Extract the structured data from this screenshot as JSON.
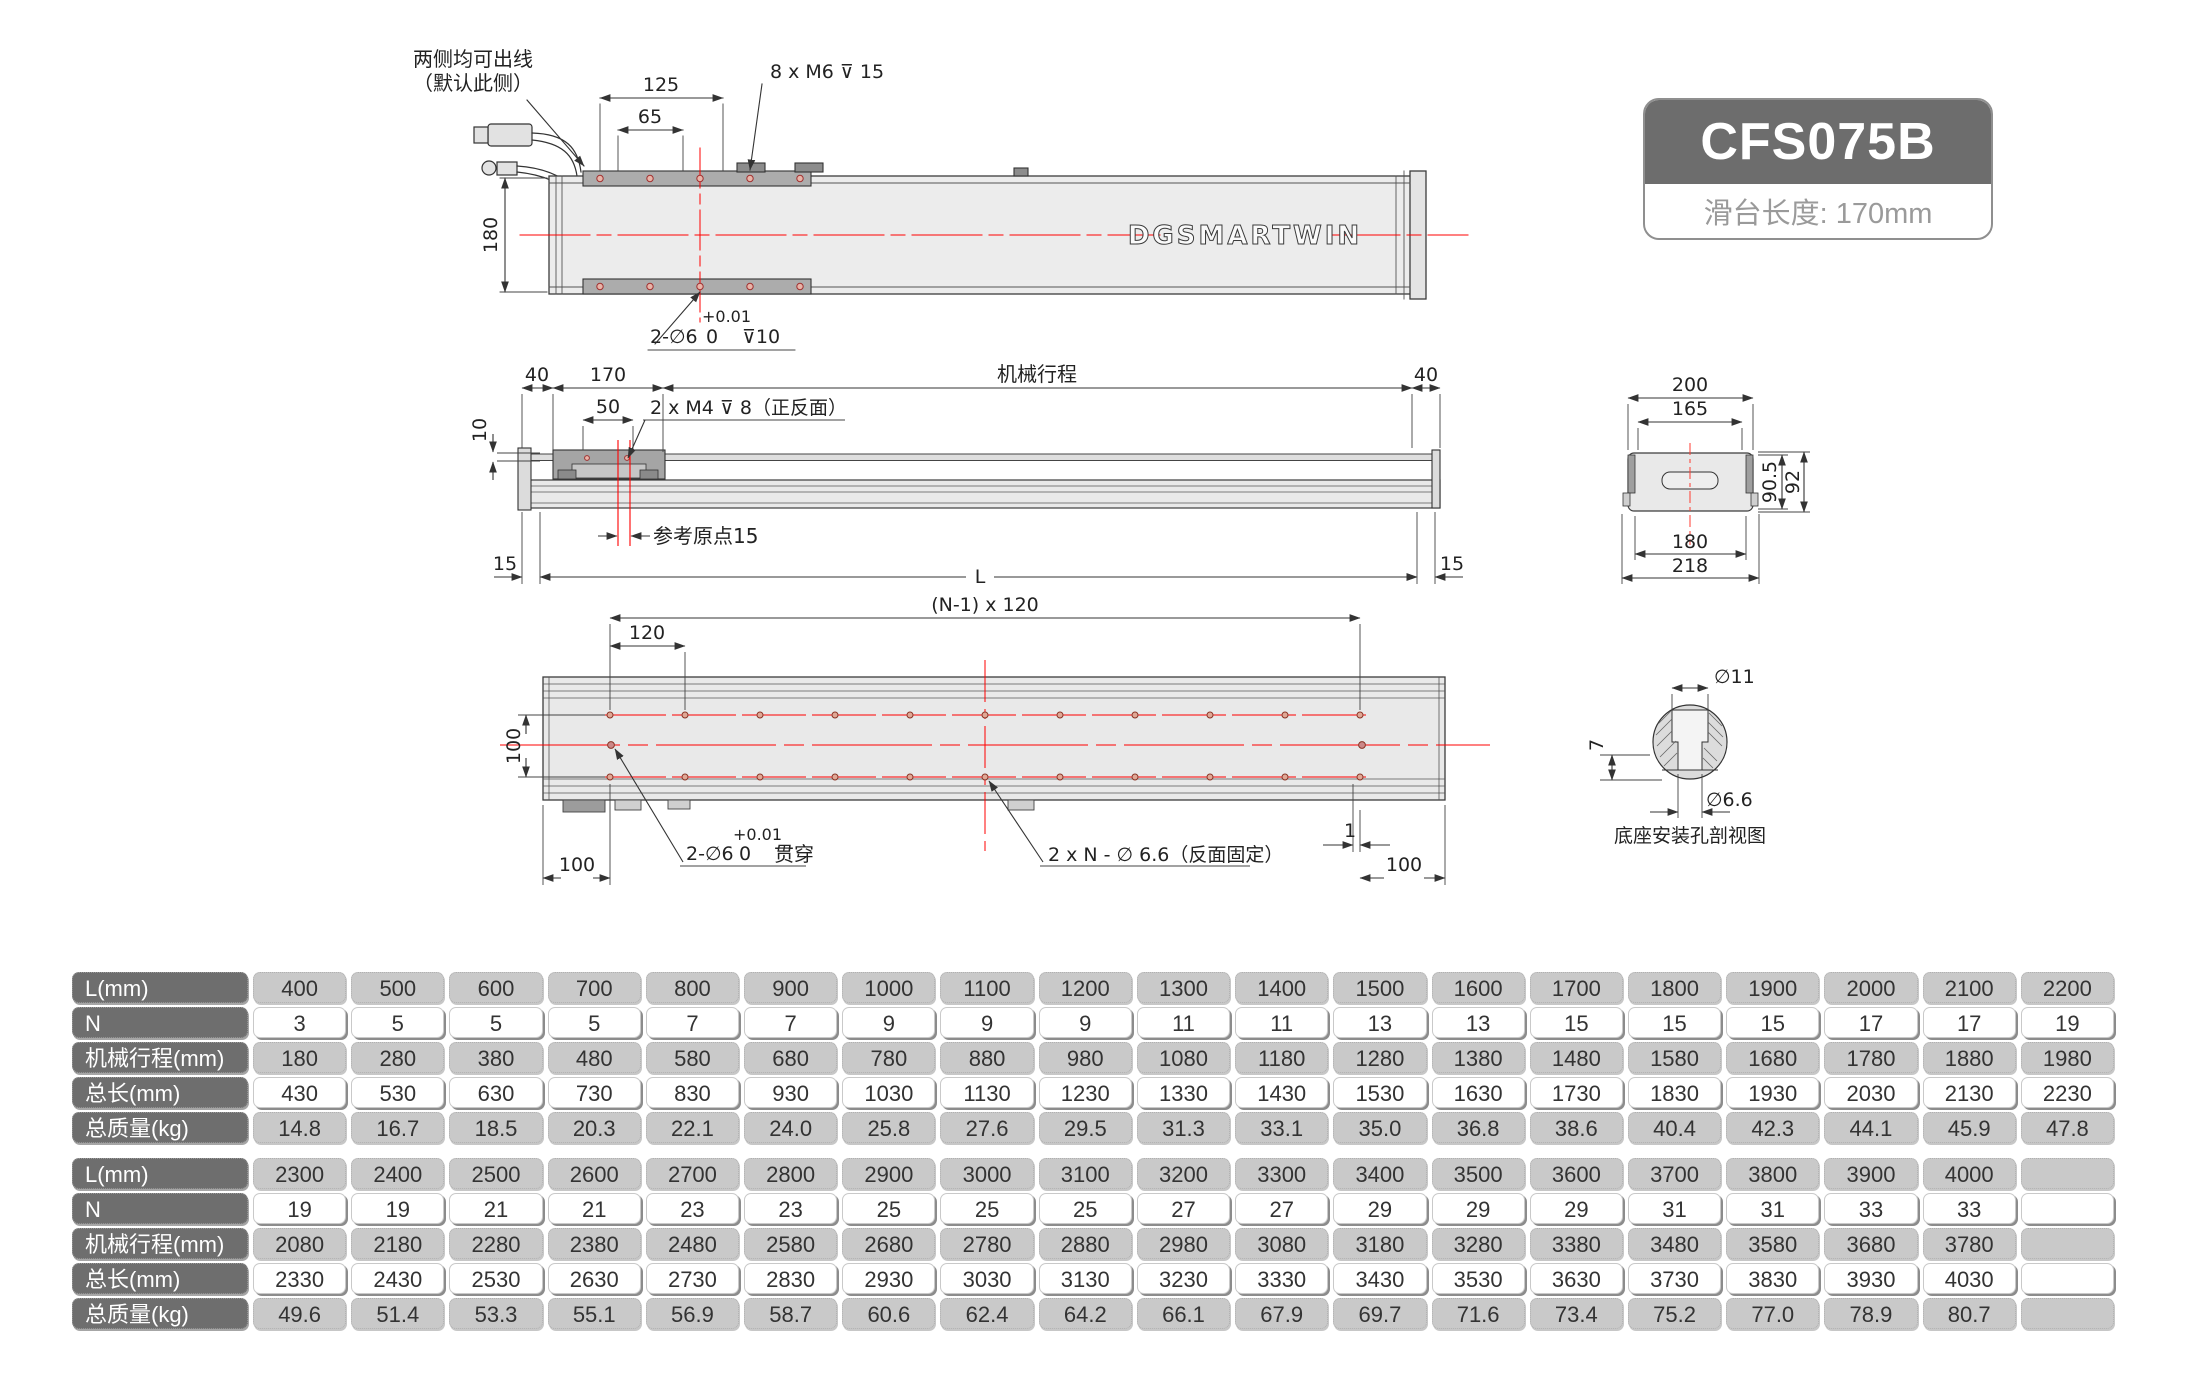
{
  "title_block": {
    "model": "CFS075B",
    "subtitle": "滑台长度: 170mm"
  },
  "logo": "DGSMARTWIN",
  "labels": {
    "cable1": "两侧均可出线",
    "cable2": "（默认此侧）",
    "d125": "125",
    "d65": "65",
    "m6": "8 x M6 ⊽ 15",
    "d180": "180",
    "pin_top": "2-∅6",
    "tol_plus": "+0.01",
    "tol_zero": "0",
    "depth10": "⊽10",
    "d40l": "40",
    "d170": "170",
    "d50": "50",
    "d10": "10",
    "m4": "2 x M4 ⊽ 8（正反面）",
    "stroke": "机械行程",
    "d40r": "40",
    "origin": "参考原点15",
    "d15l": "15",
    "dL": "L",
    "d15r": "15",
    "d200": "200",
    "d165": "165",
    "d905": "90.5",
    "d92": "92",
    "d180b": "180",
    "d218": "218",
    "npitch": "(N-1) x 120",
    "d120": "120",
    "d100l": "100",
    "d100bl": "100",
    "pin_bot": "2-∅6",
    "tol_plus2": "+0.01",
    "tol_zero2": "0",
    "through": "贯穿",
    "nholes": "2 x N - ∅ 6.6（反面固定）",
    "d1": "1",
    "d100br": "100",
    "d11": "∅11",
    "d7": "7",
    "d66": "∅6.6",
    "detail_caption": "底座安装孔剖视图"
  },
  "tables": [
    {
      "rows": [
        {
          "label": "L(mm)",
          "style": "gray",
          "values": [
            "400",
            "500",
            "600",
            "700",
            "800",
            "900",
            "1000",
            "1100",
            "1200",
            "1300",
            "1400",
            "1500",
            "1600",
            "1700",
            "1800",
            "1900",
            "2000",
            "2100",
            "2200"
          ]
        },
        {
          "label": "N",
          "style": "white",
          "values": [
            "3",
            "5",
            "5",
            "5",
            "7",
            "7",
            "9",
            "9",
            "9",
            "11",
            "11",
            "13",
            "13",
            "15",
            "15",
            "15",
            "17",
            "17",
            "19"
          ]
        },
        {
          "label": "机械行程(mm)",
          "style": "gray",
          "values": [
            "180",
            "280",
            "380",
            "480",
            "580",
            "680",
            "780",
            "880",
            "980",
            "1080",
            "1180",
            "1280",
            "1380",
            "1480",
            "1580",
            "1680",
            "1780",
            "1880",
            "1980"
          ]
        },
        {
          "label": "总长(mm)",
          "style": "white",
          "values": [
            "430",
            "530",
            "630",
            "730",
            "830",
            "930",
            "1030",
            "1130",
            "1230",
            "1330",
            "1430",
            "1530",
            "1630",
            "1730",
            "1830",
            "1930",
            "2030",
            "2130",
            "2230"
          ]
        },
        {
          "label": "总质量(kg)",
          "style": "gray",
          "values": [
            "14.8",
            "16.7",
            "18.5",
            "20.3",
            "22.1",
            "24.0",
            "25.8",
            "27.6",
            "29.5",
            "31.3",
            "33.1",
            "35.0",
            "36.8",
            "38.6",
            "40.4",
            "42.3",
            "44.1",
            "45.9",
            "47.8"
          ]
        }
      ]
    },
    {
      "rows": [
        {
          "label": "L(mm)",
          "style": "gray",
          "values": [
            "2300",
            "2400",
            "2500",
            "2600",
            "2700",
            "2800",
            "2900",
            "3000",
            "3100",
            "3200",
            "3300",
            "3400",
            "3500",
            "3600",
            "3700",
            "3800",
            "3900",
            "4000",
            ""
          ]
        },
        {
          "label": "N",
          "style": "white",
          "values": [
            "19",
            "19",
            "21",
            "21",
            "23",
            "23",
            "25",
            "25",
            "25",
            "27",
            "27",
            "29",
            "29",
            "29",
            "31",
            "31",
            "33",
            "33",
            ""
          ]
        },
        {
          "label": "机械行程(mm)",
          "style": "gray",
          "values": [
            "2080",
            "2180",
            "2280",
            "2380",
            "2480",
            "2580",
            "2680",
            "2780",
            "2880",
            "2980",
            "3080",
            "3180",
            "3280",
            "3380",
            "3480",
            "3580",
            "3680",
            "3780",
            ""
          ]
        },
        {
          "label": "总长(mm)",
          "style": "white",
          "values": [
            "2330",
            "2430",
            "2530",
            "2630",
            "2730",
            "2830",
            "2930",
            "3030",
            "3130",
            "3230",
            "3330",
            "3430",
            "3530",
            "3630",
            "3730",
            "3830",
            "3930",
            "4030",
            ""
          ]
        },
        {
          "label": "总质量(kg)",
          "style": "gray",
          "values": [
            "49.6",
            "51.4",
            "53.3",
            "55.1",
            "56.9",
            "58.7",
            "60.6",
            "62.4",
            "64.2",
            "66.1",
            "67.9",
            "69.7",
            "71.6",
            "73.4",
            "75.2",
            "77.0",
            "78.9",
            "80.7",
            ""
          ]
        }
      ]
    }
  ]
}
